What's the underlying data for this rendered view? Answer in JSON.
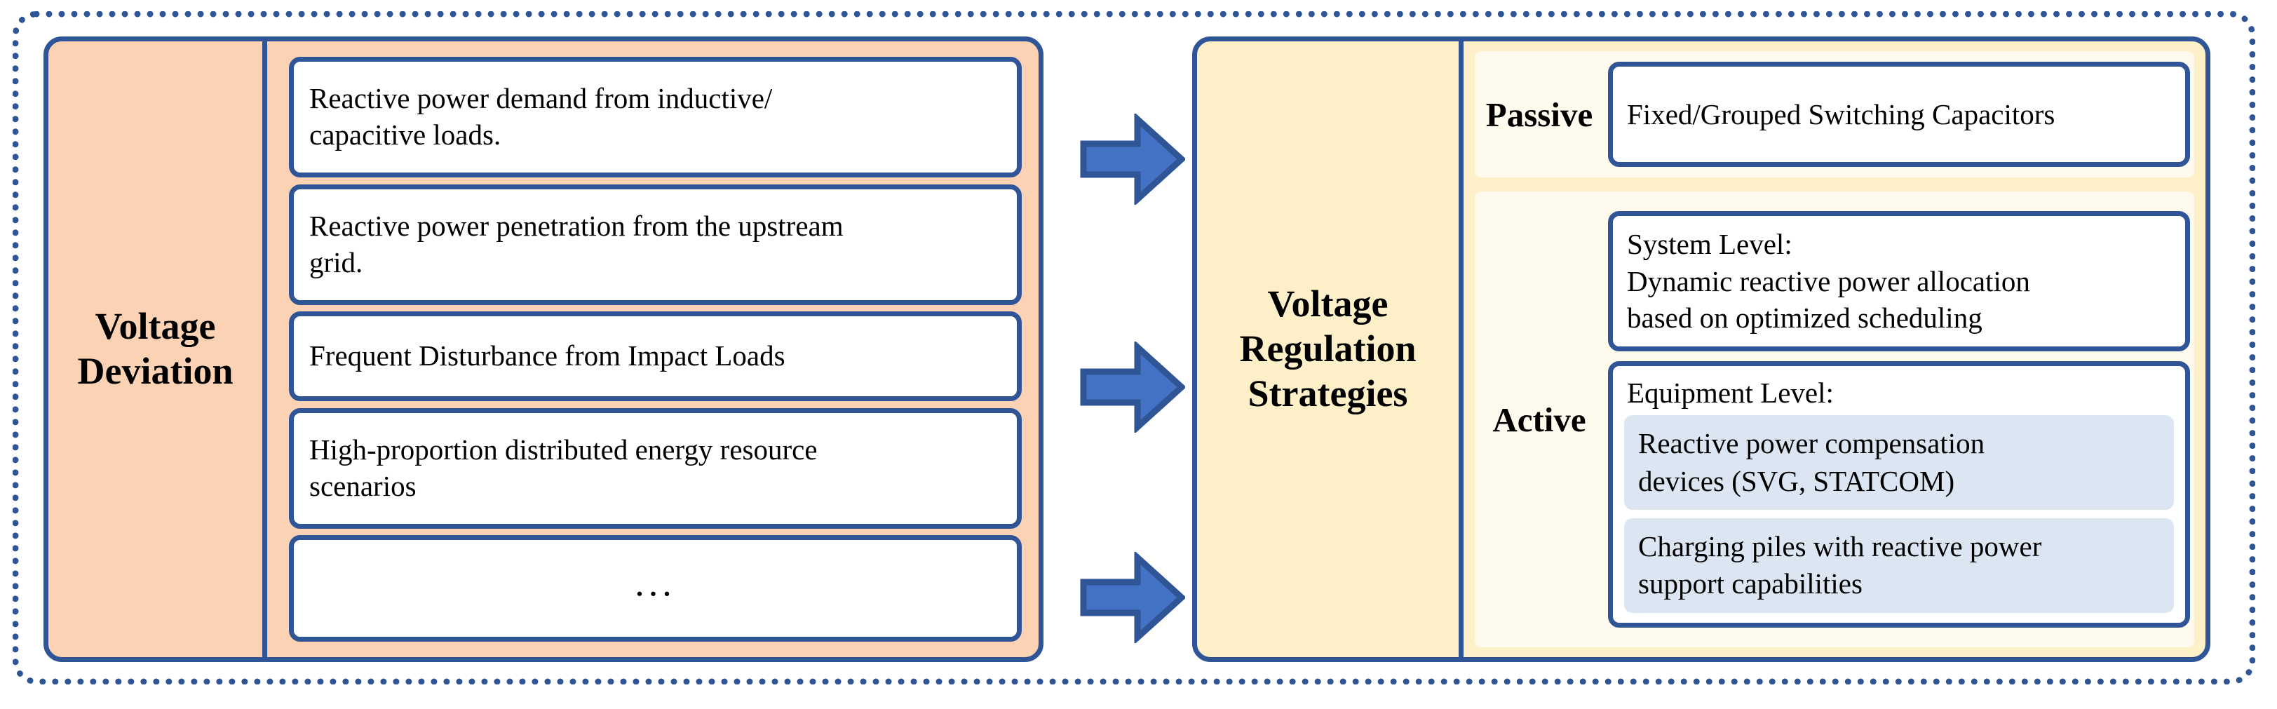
{
  "diagram": {
    "left_panel": {
      "title": "Voltage\nDeviation",
      "items": [
        {
          "line1": "Reactive power demand from inductive/",
          "line2": "capacitive loads."
        },
        {
          "line1": "Reactive power penetration from the upstream",
          "line2": "grid."
        },
        {
          "line1": "Frequent Disturbance from Impact Loads",
          "line2": ""
        },
        {
          "line1": "High-proportion distributed energy resource",
          "line2": "scenarios"
        },
        {
          "line1": "...",
          "line2": ""
        }
      ]
    },
    "arrows": [
      {
        "name": "arrow-1"
      },
      {
        "name": "arrow-2"
      },
      {
        "name": "arrow-3"
      }
    ],
    "right_panel": {
      "title": "Voltage\nRegulation\nStrategies",
      "sections": [
        {
          "label": "Passive",
          "boxes": [
            {
              "text": "Fixed/Grouped Switching Capacitors"
            }
          ]
        },
        {
          "label": "Active",
          "system_level": {
            "line1": "System Level:",
            "line2": "Dynamic reactive power allocation",
            "line3": "based on optimized scheduling"
          },
          "equipment_level": {
            "title": "Equipment Level:",
            "sub_boxes": [
              {
                "line1": "Reactive power compensation",
                "line2": "devices (SVG, STATCOM)"
              },
              {
                "line1": "Charging piles with reactive power",
                "line2": "support capabilities"
              }
            ]
          }
        }
      ]
    },
    "colors": {
      "border_blue": "#2f5597",
      "arrow_fill": "#4472c4",
      "peach_panel": "#fbd3b4",
      "yellow_panel": "#fdf0c9",
      "yellow_section": "#fefaee",
      "light_blue_subbox": "#dce6f2",
      "box_white": "#ffffff"
    }
  }
}
